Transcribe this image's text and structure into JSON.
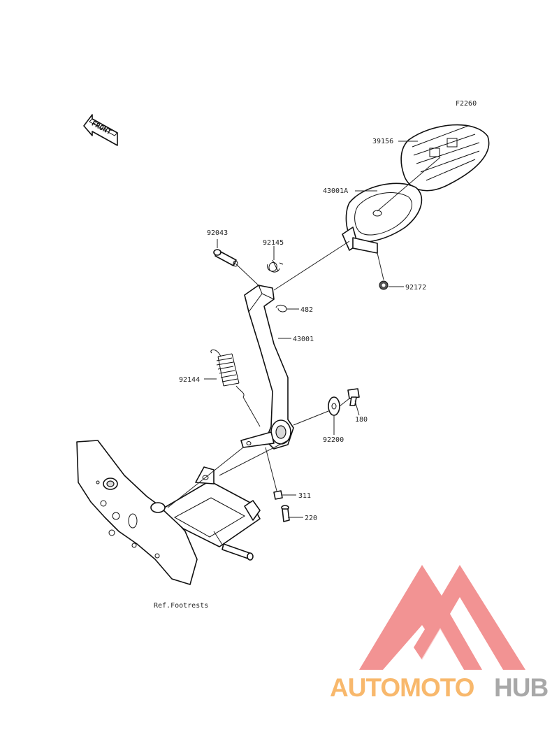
{
  "diagram_code": "F2260",
  "front_arrow_text": "FRONT",
  "parts": {
    "p39156": "39156",
    "p43001A": "43001A",
    "p92043": "92043",
    "p92145": "92145",
    "p92172": "92172",
    "p482": "482",
    "p43001": "43001",
    "p92144": "92144",
    "p180": "180",
    "p92200": "92200",
    "p311": "311",
    "p220": "220"
  },
  "reference_label": "Ref.Footrests",
  "watermark": {
    "text_part1": "AUTOMOTO",
    "text_part2": "HUB",
    "colors": {
      "logo_red": "#ee6f6f",
      "logo_orange": "#f6a13c",
      "logo_gray": "#8c8c8c"
    }
  }
}
